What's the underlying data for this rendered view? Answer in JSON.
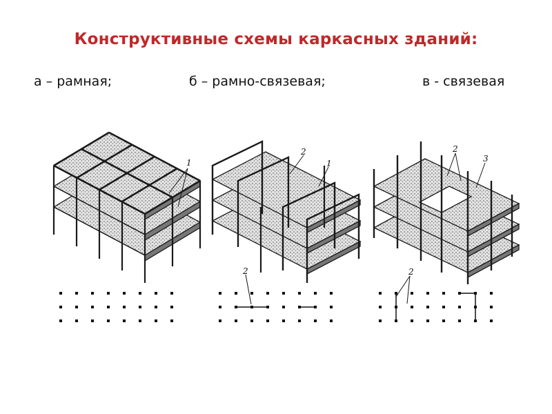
{
  "title": "Конструктивные схемы каркасных зданий:",
  "subtitles": {
    "a": "а – рамная;",
    "b": "б – рамно-связевая;",
    "c": "в - связевая"
  },
  "callouts": {
    "a_slab": "1",
    "b_brace": "2",
    "b_frame": "1",
    "b_plan": "2",
    "c_brace": "2",
    "c_wall": "3",
    "c_plan": "2"
  },
  "colors": {
    "title": "#c0282a",
    "line": "#1a1a1a",
    "slab": "#d6d6d6"
  }
}
